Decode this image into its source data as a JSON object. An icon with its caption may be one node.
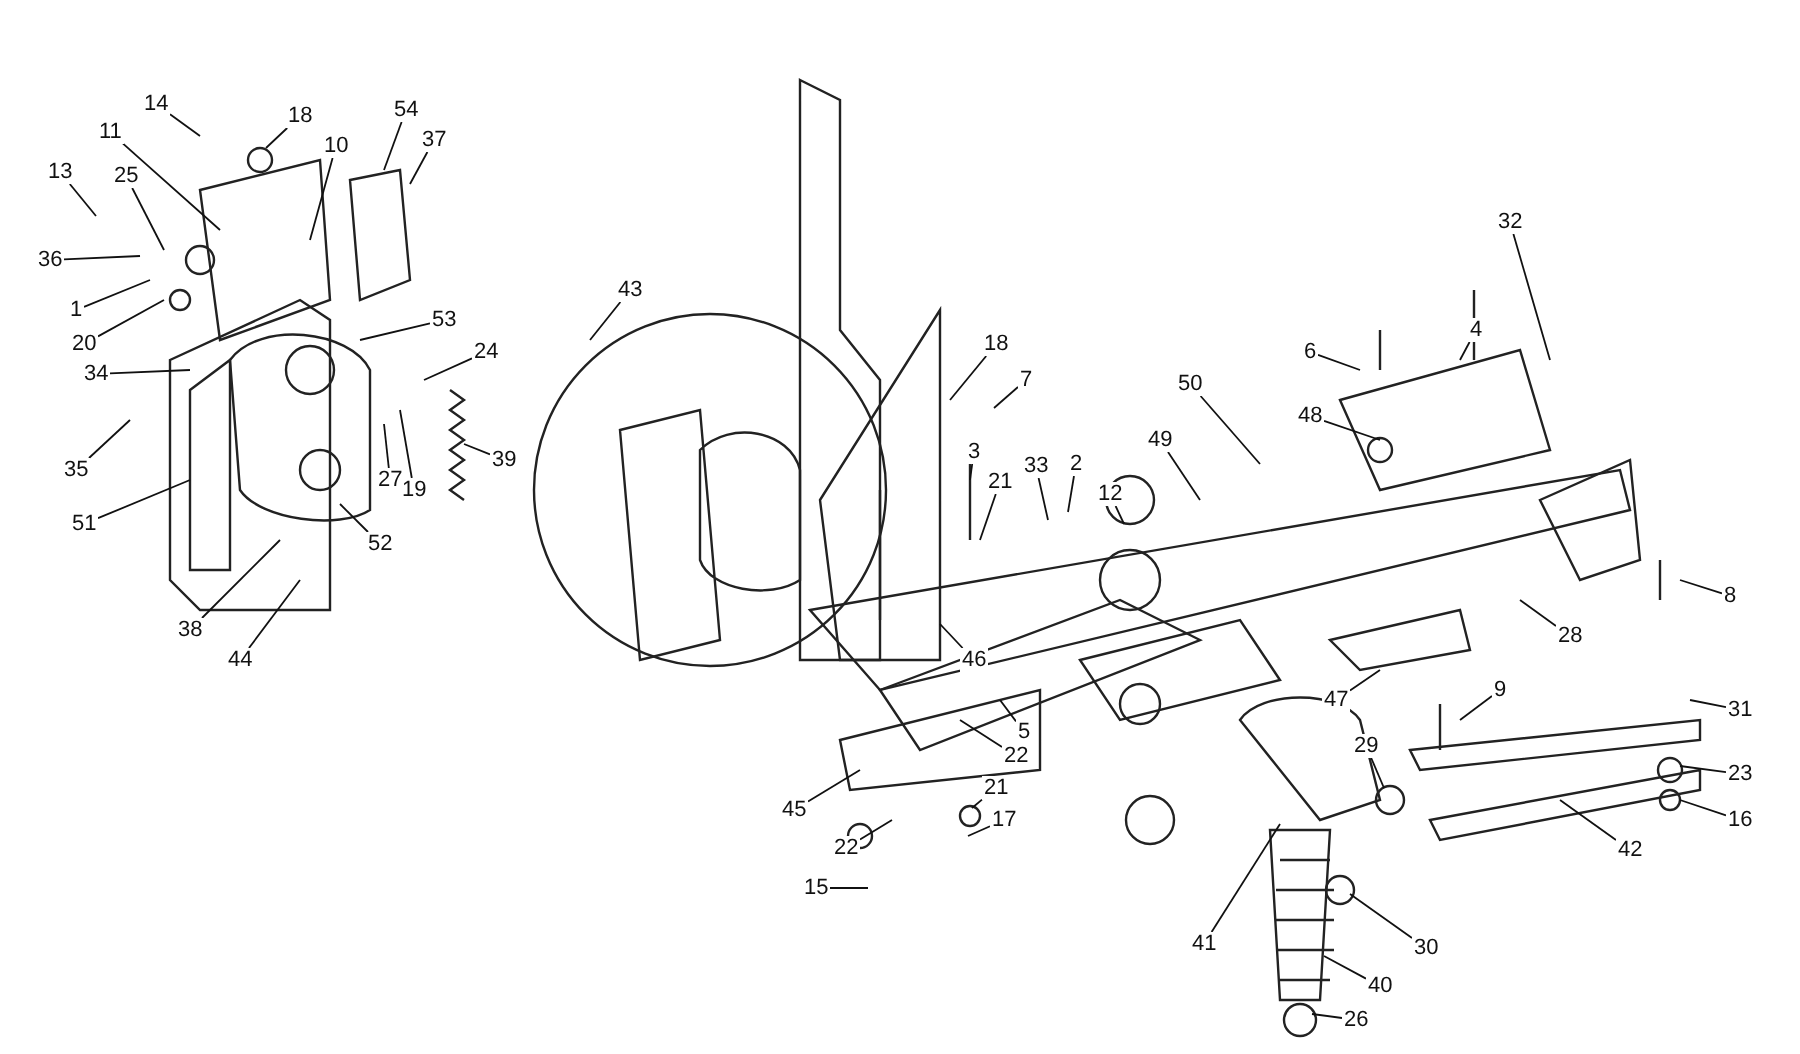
{
  "diagram": {
    "nodes": [
      {
        "text": [
          "14"
        ]
      },
      {
        "text": [
          "18"
        ]
      },
      {
        "text": [
          "10"
        ]
      },
      {
        "text": [
          "54"
        ]
      },
      {
        "text": [
          "37"
        ]
      },
      {
        "text": [
          "11"
        ]
      },
      {
        "text": [
          "13"
        ]
      },
      {
        "text": [
          "25"
        ]
      },
      {
        "text": [
          "36"
        ]
      },
      {
        "text": [
          "1"
        ]
      },
      {
        "text": [
          "20"
        ]
      },
      {
        "text": [
          "34"
        ]
      },
      {
        "text": [
          "53"
        ]
      },
      {
        "text": [
          "24"
        ]
      },
      {
        "text": [
          "35"
        ]
      },
      {
        "text": [
          "51"
        ]
      },
      {
        "text": [
          "27"
        ]
      },
      {
        "text": [
          "19"
        ]
      },
      {
        "text": [
          "39"
        ]
      },
      {
        "text": [
          "52"
        ]
      },
      {
        "text": [
          "38"
        ]
      },
      {
        "text": [
          "44"
        ]
      },
      {
        "text": [
          "43"
        ]
      },
      {
        "text": [
          "18"
        ]
      },
      {
        "text": [
          "7"
        ]
      },
      {
        "text": [
          "3"
        ]
      },
      {
        "text": [
          "21"
        ]
      },
      {
        "text": [
          "33"
        ]
      },
      {
        "text": [
          "2"
        ]
      },
      {
        "text": [
          "12"
        ]
      },
      {
        "text": [
          "50"
        ]
      },
      {
        "text": [
          "49"
        ]
      },
      {
        "text": [
          "48"
        ]
      },
      {
        "text": [
          "6"
        ]
      },
      {
        "text": [
          "4"
        ]
      },
      {
        "text": [
          "32"
        ]
      },
      {
        "text": [
          "46"
        ]
      },
      {
        "text": [
          "5"
        ]
      },
      {
        "text": [
          "22"
        ]
      },
      {
        "text": [
          "45"
        ]
      },
      {
        "text": [
          "21"
        ]
      },
      {
        "text": [
          "17"
        ]
      },
      {
        "text": [
          "22"
        ]
      },
      {
        "text": [
          "15"
        ]
      },
      {
        "text": [
          "47"
        ]
      },
      {
        "text": [
          "28"
        ]
      },
      {
        "text": [
          "8"
        ]
      },
      {
        "text": [
          "9"
        ]
      },
      {
        "text": [
          "31"
        ]
      },
      {
        "text": [
          "23"
        ]
      },
      {
        "text": [
          "16"
        ]
      },
      {
        "text": [
          "29"
        ]
      },
      {
        "text": [
          "42"
        ]
      },
      {
        "text": [
          "41"
        ]
      },
      {
        "text": [
          "30"
        ]
      },
      {
        "text": [
          "40"
        ]
      },
      {
        "text": [
          "26"
        ]
      }
    ],
    "edges": [
      {
        "from": 0,
        "to": null,
        "arrow": "none"
      },
      {
        "from": 1,
        "to": null,
        "arrow": "none"
      },
      {
        "from": 2,
        "to": null,
        "arrow": "none"
      },
      {
        "from": 3,
        "to": null,
        "arrow": "none"
      },
      {
        "from": 4,
        "to": null,
        "arrow": "none"
      },
      {
        "from": 5,
        "to": null,
        "arrow": "none"
      },
      {
        "from": 6,
        "to": null,
        "arrow": "none"
      },
      {
        "from": 7,
        "to": null,
        "arrow": "none"
      },
      {
        "from": 8,
        "to": null,
        "arrow": "none"
      },
      {
        "from": 9,
        "to": null,
        "arrow": "none"
      },
      {
        "from": 10,
        "to": null,
        "arrow": "none"
      },
      {
        "from": 11,
        "to": null,
        "arrow": "none"
      },
      {
        "from": 12,
        "to": null,
        "arrow": "none"
      },
      {
        "from": 13,
        "to": null,
        "arrow": "none"
      },
      {
        "from": 14,
        "to": null,
        "arrow": "none"
      },
      {
        "from": 15,
        "to": null,
        "arrow": "none"
      },
      {
        "from": 16,
        "to": null,
        "arrow": "none"
      },
      {
        "from": 17,
        "to": null,
        "arrow": "none"
      },
      {
        "from": 18,
        "to": null,
        "arrow": "none"
      },
      {
        "from": 19,
        "to": null,
        "arrow": "none"
      },
      {
        "from": 20,
        "to": null,
        "arrow": "none"
      },
      {
        "from": 21,
        "to": null,
        "arrow": "none"
      },
      {
        "from": 22,
        "to": null,
        "arrow": "none"
      },
      {
        "from": 23,
        "to": null,
        "arrow": "none"
      },
      {
        "from": 24,
        "to": null,
        "arrow": "none"
      },
      {
        "from": 25,
        "to": null,
        "arrow": "none"
      },
      {
        "from": 26,
        "to": null,
        "arrow": "none"
      },
      {
        "from": 27,
        "to": null,
        "arrow": "none"
      },
      {
        "from": 28,
        "to": null,
        "arrow": "none"
      },
      {
        "from": 29,
        "to": null,
        "arrow": "none"
      },
      {
        "from": 30,
        "to": null,
        "arrow": "none"
      },
      {
        "from": 31,
        "to": null,
        "arrow": "none"
      },
      {
        "from": 32,
        "to": null,
        "arrow": "none"
      },
      {
        "from": 33,
        "to": null,
        "arrow": "none"
      },
      {
        "from": 34,
        "to": null,
        "arrow": "none"
      },
      {
        "from": 35,
        "to": null,
        "arrow": "none"
      },
      {
        "from": 36,
        "to": null,
        "arrow": "none"
      },
      {
        "from": 37,
        "to": null,
        "arrow": "none"
      },
      {
        "from": 38,
        "to": null,
        "arrow": "none"
      },
      {
        "from": 39,
        "to": null,
        "arrow": "none"
      },
      {
        "from": 40,
        "to": null,
        "arrow": "none"
      },
      {
        "from": 41,
        "to": null,
        "arrow": "none"
      },
      {
        "from": 42,
        "to": null,
        "arrow": "none"
      },
      {
        "from": 43,
        "to": null,
        "arrow": "none"
      },
      {
        "from": 44,
        "to": null,
        "arrow": "none"
      },
      {
        "from": 45,
        "to": null,
        "arrow": "none"
      },
      {
        "from": 46,
        "to": null,
        "arrow": "none"
      },
      {
        "from": 47,
        "to": null,
        "arrow": "none"
      },
      {
        "from": 48,
        "to": null,
        "arrow": "none"
      },
      {
        "from": 49,
        "to": null,
        "arrow": "none"
      },
      {
        "from": 50,
        "to": null,
        "arrow": "none"
      },
      {
        "from": 51,
        "to": null,
        "arrow": "none"
      },
      {
        "from": 52,
        "to": null,
        "arrow": "none"
      },
      {
        "from": 53,
        "to": null,
        "arrow": "none"
      },
      {
        "from": 54,
        "to": null,
        "arrow": "none"
      },
      {
        "from": 55,
        "to": null,
        "arrow": "none"
      },
      {
        "from": 56,
        "to": null,
        "arrow": "none"
      }
    ]
  }
}
